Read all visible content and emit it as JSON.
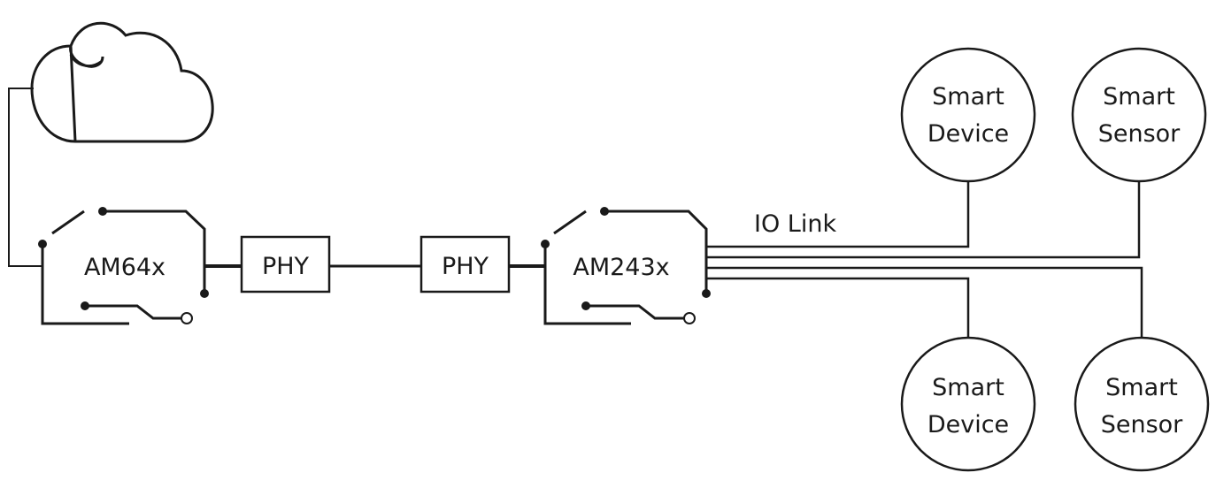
{
  "diagram": {
    "nodes": {
      "cloud": {
        "icon": "cloud-icon"
      },
      "am64x": {
        "label": "AM64x",
        "icon": "industrial-controller-icon"
      },
      "phy_left": {
        "label": "PHY"
      },
      "phy_right": {
        "label": "PHY"
      },
      "am243x": {
        "label": "AM243x",
        "icon": "industrial-controller-icon"
      },
      "smart_device_top": {
        "line1": "Smart",
        "line2": "Device"
      },
      "smart_sensor_top": {
        "line1": "Smart",
        "line2": "Sensor"
      },
      "smart_device_bottom": {
        "line1": "Smart",
        "line2": "Device"
      },
      "smart_sensor_bottom": {
        "line1": "Smart",
        "line2": "Sensor"
      }
    },
    "connections": {
      "io_link_label": "IO Link"
    },
    "colors": {
      "stroke": "#1a1a1a",
      "background": "#ffffff"
    }
  }
}
